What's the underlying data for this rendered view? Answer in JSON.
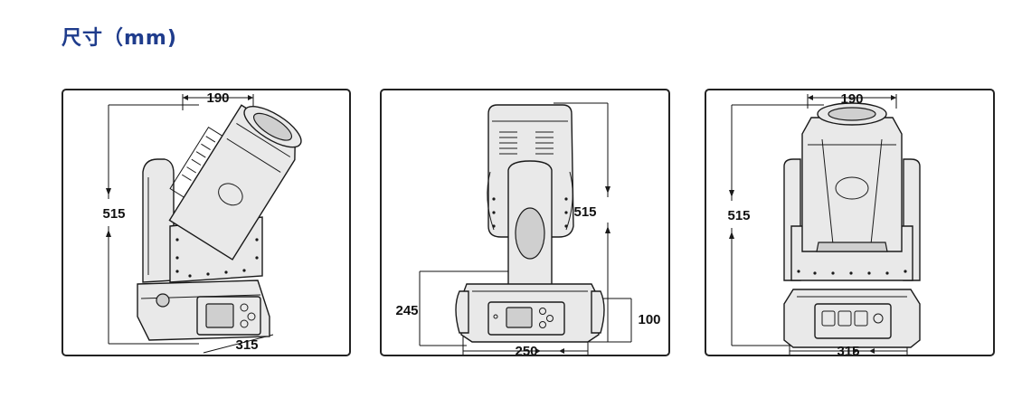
{
  "title": "尺寸（mm)",
  "views": [
    {
      "name": "side-view",
      "dims": {
        "top": "190",
        "height": "515",
        "bottom": "315"
      }
    },
    {
      "name": "front-view",
      "dims": {
        "height": "515",
        "base_height": "245",
        "base_depth": "100",
        "bottom": "250"
      }
    },
    {
      "name": "back-view",
      "dims": {
        "top": "190",
        "height": "515",
        "bottom": "315"
      }
    }
  ]
}
